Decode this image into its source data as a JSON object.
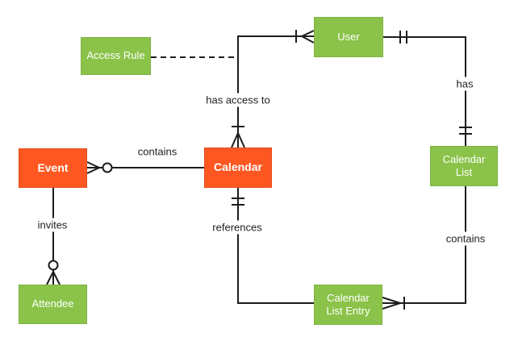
{
  "diagram": {
    "kind": "entity-relationship",
    "colors": {
      "entity_orange": "#FF5722",
      "entity_orange_border": "#E64A19",
      "entity_green": "#8BC34A",
      "entity_green_border": "#7CB342",
      "entity_text": "#FFFFFF",
      "line": "#1D1D1D",
      "background": "#FFFFFF"
    },
    "entities": [
      {
        "id": "event",
        "label": "Event",
        "color": "orange"
      },
      {
        "id": "calendar",
        "label": "Calendar",
        "color": "orange"
      },
      {
        "id": "access-rule",
        "label": "Access Rule",
        "color": "green"
      },
      {
        "id": "user",
        "label": "User",
        "color": "green"
      },
      {
        "id": "calendar-list",
        "label": "Calendar List",
        "color": "green"
      },
      {
        "id": "attendee",
        "label": "Attendee",
        "color": "green"
      },
      {
        "id": "calendar-list-entry",
        "label": "Calendar List Entry",
        "color": "green"
      }
    ],
    "relationships": [
      {
        "label": "contains",
        "from": "Calendar",
        "to": "Event",
        "to_marker": "zero-or-many",
        "from_marker": "none",
        "style": "solid"
      },
      {
        "label": "has access to",
        "from": "Calendar",
        "to": "User",
        "from_marker": "one-or-many",
        "to_marker": "one-or-many",
        "style": "solid"
      },
      {
        "label": "has",
        "from": "User",
        "to": "Calendar List",
        "from_marker": "one-and-only-one",
        "to_marker": "one-and-only-one",
        "style": "solid"
      },
      {
        "label": "contains",
        "from": "Calendar List",
        "to": "Calendar List Entry",
        "from_marker": "none",
        "to_marker": "one-or-many",
        "style": "solid"
      },
      {
        "label": "references",
        "from": "Calendar",
        "to": "Calendar List Entry",
        "from_marker": "one-and-only-one",
        "to_marker": "none",
        "style": "solid"
      },
      {
        "label": "invites",
        "from": "Event",
        "to": "Attendee",
        "from_marker": "none",
        "to_marker": "zero-or-many",
        "style": "solid"
      },
      {
        "label": "",
        "from": "Access Rule",
        "to": "has access to",
        "style": "dashed"
      }
    ]
  }
}
